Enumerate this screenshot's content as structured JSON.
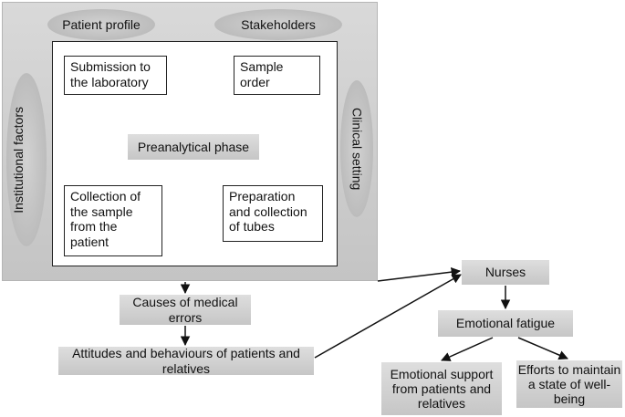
{
  "outer": {
    "patient_profile": "Patient profile",
    "stakeholders": "Stakeholders",
    "institutional_factors": "Institutional factors",
    "clinical_setting": "Clinical setting"
  },
  "inner": {
    "submission": "Submission to the laboratory",
    "sample_order": "Sample order",
    "phase": "Preanalytical phase",
    "collection": "Collection of the sample from the patient",
    "preparation": "Preparation and collection of tubes"
  },
  "flow": {
    "causes": "Causes of medical errors",
    "attitudes": "Attitudes and behaviours of patients and relatives",
    "nurses": "Nurses",
    "fatigue": "Emotional fatigue",
    "support": "Emotional support from patients and relatives",
    "efforts": "Efforts to maintain a state of well-being"
  }
}
